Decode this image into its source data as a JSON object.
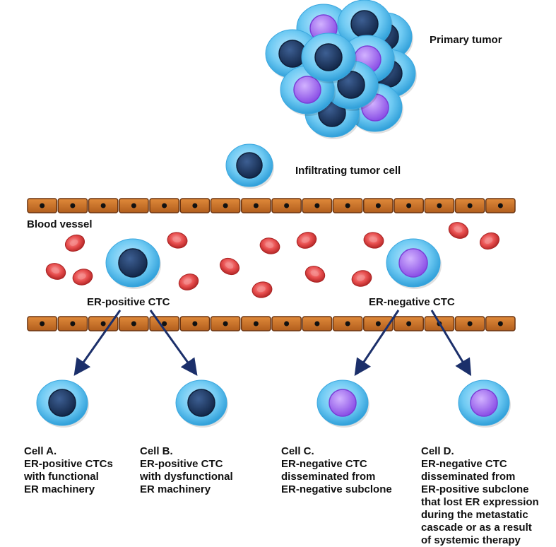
{
  "labels": {
    "primary_tumor": "Primary tumor",
    "infiltrating": "Infiltrating tumor cell",
    "blood_vessel": "Blood vessel",
    "er_positive_ctc": "ER-positive CTC",
    "er_negative_ctc": "ER-negative CTC"
  },
  "cells": [
    {
      "id": "a",
      "nucleus": "dark",
      "lines": [
        "Cell A.",
        "ER-positive CTCs",
        "with functional",
        "ER machinery"
      ]
    },
    {
      "id": "b",
      "nucleus": "dark",
      "lines": [
        "Cell B.",
        "ER-positive CTC",
        "with dysfunctional",
        "ER machinery"
      ]
    },
    {
      "id": "c",
      "nucleus": "purple",
      "lines": [
        "Cell C.",
        "ER-negative CTC",
        "disseminated from",
        "ER-negative subclone"
      ]
    },
    {
      "id": "d",
      "nucleus": "purple",
      "lines": [
        "Cell D.",
        "ER-negative CTC",
        "disseminated from",
        "ER-positive subclone",
        "that lost ER expression",
        "during the metastatic",
        "cascade or as a result",
        "of systemic therapy"
      ]
    }
  ],
  "colors": {
    "cell_halo": "#5fc4f2",
    "nucleus_dark": "#1f3d6b",
    "nucleus_purple": "#a46ef2",
    "vessel": "#c8732a",
    "vessel_dot": "#111111",
    "rbc": "#e64a4a",
    "arrow": "#1b2f6a"
  }
}
